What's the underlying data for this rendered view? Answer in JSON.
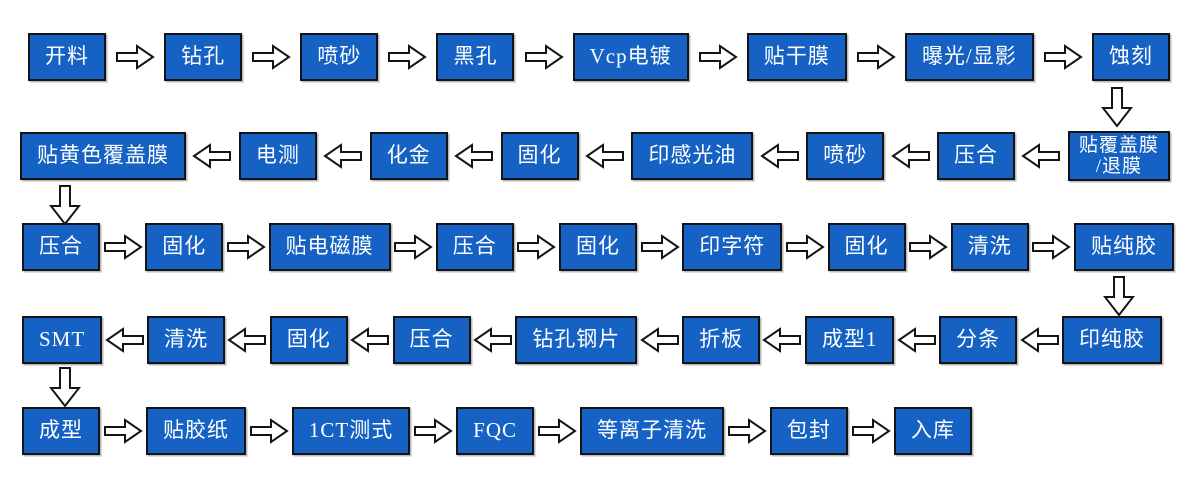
{
  "diagram": {
    "type": "flowchart",
    "colors": {
      "box_fill": "#1562C4",
      "box_text": "#FFFFFF",
      "box_border": "#141414",
      "arrow_fill": "#FFFFFF",
      "arrow_outline": "#141414",
      "background": "#FFFFFF"
    },
    "rows": [
      {
        "flow": "right",
        "boxes": [
          {
            "label": "开料"
          },
          {
            "label": "钻孔"
          },
          {
            "label": "喷砂"
          },
          {
            "label": "黑孔"
          },
          {
            "label": "Vcp电镀"
          },
          {
            "label": "贴干膜"
          },
          {
            "label": "曝光/显影"
          },
          {
            "label": "蚀刻"
          }
        ]
      },
      {
        "flow": "left",
        "boxes": [
          {
            "label": "贴黄色覆盖膜"
          },
          {
            "label": "电测"
          },
          {
            "label": "化金"
          },
          {
            "label": "固化"
          },
          {
            "label": "印感光油"
          },
          {
            "label": "喷砂"
          },
          {
            "label": "压合"
          },
          {
            "label": "贴覆盖膜\n/退膜"
          }
        ]
      },
      {
        "flow": "right",
        "boxes": [
          {
            "label": "压合"
          },
          {
            "label": "固化"
          },
          {
            "label": "贴电磁膜"
          },
          {
            "label": "压合"
          },
          {
            "label": "固化"
          },
          {
            "label": "印字符"
          },
          {
            "label": "固化"
          },
          {
            "label": "清洗"
          },
          {
            "label": "贴纯胶"
          }
        ]
      },
      {
        "flow": "left",
        "boxes": [
          {
            "label": "SMT"
          },
          {
            "label": "清洗"
          },
          {
            "label": "固化"
          },
          {
            "label": "压合"
          },
          {
            "label": "钻孔钢片"
          },
          {
            "label": "折板"
          },
          {
            "label": "成型1"
          },
          {
            "label": "分条"
          },
          {
            "label": "印纯胶"
          }
        ]
      },
      {
        "flow": "right",
        "boxes": [
          {
            "label": "成型"
          },
          {
            "label": "贴胶纸"
          },
          {
            "label": "1CT测式"
          },
          {
            "label": "FQC"
          },
          {
            "label": "等离子清洗"
          },
          {
            "label": "包封"
          },
          {
            "label": "入库"
          }
        ]
      }
    ],
    "connectors": [
      {
        "from": "蚀刻",
        "to": "贴覆盖膜/退膜",
        "direction": "down",
        "side": "right"
      },
      {
        "from": "贴黄色覆盖膜",
        "to": "压合",
        "direction": "down",
        "side": "left"
      },
      {
        "from": "贴纯胶",
        "to": "印纯胶",
        "direction": "down",
        "side": "right"
      },
      {
        "from": "SMT",
        "to": "成型",
        "direction": "down",
        "side": "left"
      }
    ]
  }
}
